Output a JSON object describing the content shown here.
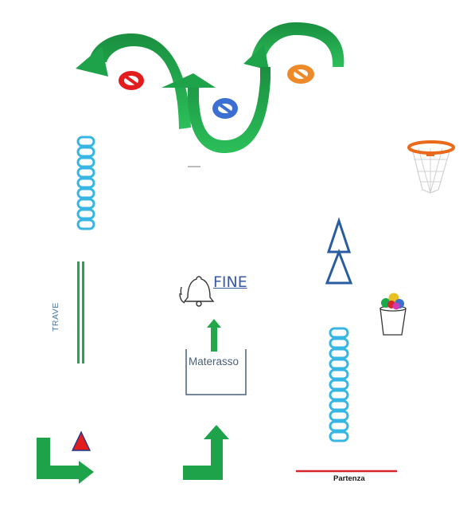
{
  "labels": {
    "fine": "FINE",
    "materasso": "Materasso",
    "trave": "TRAVE",
    "partenza": "Partenza"
  },
  "colors": {
    "arrow_green": "#1fa34a",
    "hoop_cyan": "#37b6e3",
    "beam_green": "#22a84a",
    "cone_red": "#e11d1d",
    "cone_orange": "#ee8a2a",
    "cone_blue": "#3b6fd1",
    "start_line": "#d4262b",
    "pyramid_blue": "#2a5d9f"
  },
  "icons": [
    "bell-icon",
    "basketball-hoop-icon",
    "ball-bucket-icon",
    "no-entry-cone-icon",
    "warning-triangle-icon"
  ]
}
